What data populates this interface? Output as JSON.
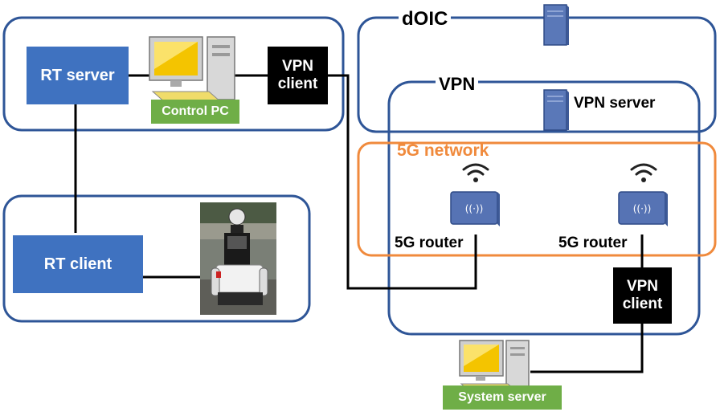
{
  "nodes": {
    "rt_server": "RT server",
    "rt_client": "RT client",
    "control_pc": "Control PC",
    "vpn_client_top": [
      "VPN",
      "client"
    ],
    "vpn_client_bottom": [
      "VPN",
      "client"
    ],
    "system_server": "System server",
    "vpn_server": "VPN server",
    "router_left": "5G router",
    "router_right": "5G router"
  },
  "groups": {
    "doic": "dOIC",
    "vpn": "VPN",
    "network_5g": "5G network"
  },
  "icons": [
    "computer-icon",
    "server-tower-icon",
    "wifi-icon",
    "router-icon",
    "robot-photo"
  ],
  "colors": {
    "group_border": "#2e5597",
    "node_fill": "#3f72c0",
    "network_5g": "#f08a3c",
    "label_green": "#6fae47",
    "vpn_client_fill": "#000000"
  }
}
